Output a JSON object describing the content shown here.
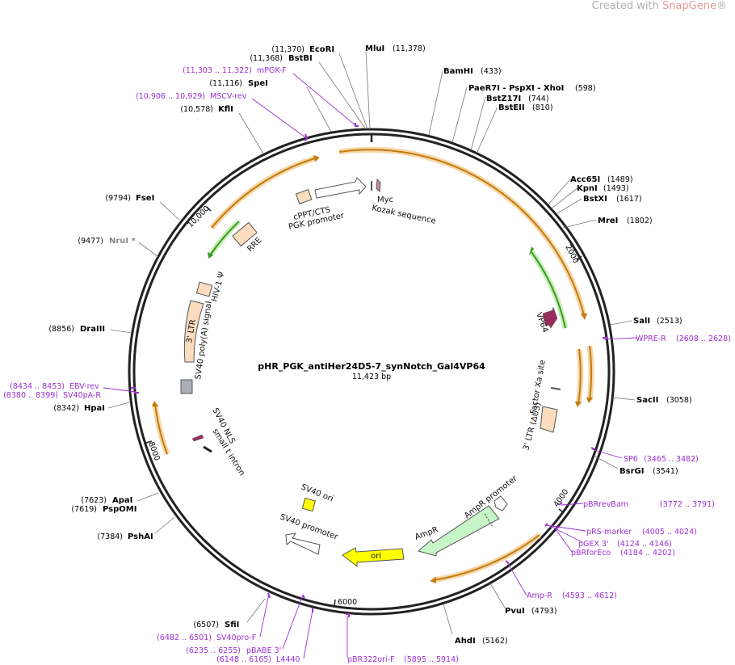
{
  "watermark": {
    "prefix": "Created with ",
    "brand": "SnapGene",
    "mark": "®"
  },
  "plasmid": {
    "name": "pHR_PGK_antiHer24D5-7_synNotch_Gal4VP64",
    "length_label": "11,423 bp",
    "length": 11423
  },
  "ticks": [
    {
      "label": "2000",
      "pos": 2000
    },
    {
      "label": "4000",
      "pos": 4000
    },
    {
      "label": "6000",
      "pos": 6000
    },
    {
      "label": "8000",
      "pos": 8000
    },
    {
      "label": "10,000",
      "pos": 10000
    }
  ],
  "sites": [
    {
      "name": "EcoRI",
      "coord": "(11,370)",
      "kind": "enzyme"
    },
    {
      "name": "BstBI",
      "coord": "(11,368)",
      "kind": "enzyme"
    },
    {
      "name": "MluI",
      "coord": "(11,378)",
      "kind": "enzyme"
    },
    {
      "name": "mPGK-F",
      "coord": "(11,303 .. 11,322)",
      "kind": "primer"
    },
    {
      "name": "SpeI",
      "coord": "(11,116)",
      "kind": "enzyme"
    },
    {
      "name": "MSCV-rev",
      "coord": "(10,906 .. 10,929)",
      "kind": "primer"
    },
    {
      "name": "KflI",
      "coord": "(10,578)",
      "kind": "enzyme"
    },
    {
      "name": "FseI",
      "coord": "(9794)",
      "kind": "enzyme"
    },
    {
      "name": "NruI *",
      "coord": "(9477)",
      "kind": "blocked"
    },
    {
      "name": "DraIII",
      "coord": "(8856)",
      "kind": "enzyme"
    },
    {
      "name": "EBV-rev",
      "coord": "(8434 .. 8453)",
      "kind": "primer"
    },
    {
      "name": "SV40pA-R",
      "coord": "(8380 .. 8399)",
      "kind": "primer"
    },
    {
      "name": "HpaI",
      "coord": "(8342)",
      "kind": "enzyme"
    },
    {
      "name": "ApaI",
      "coord": "(7623)",
      "kind": "enzyme"
    },
    {
      "name": "PspOMI",
      "coord": "(7619)",
      "kind": "enzyme"
    },
    {
      "name": "PshAI",
      "coord": "(7384)",
      "kind": "enzyme"
    },
    {
      "name": "SfiI",
      "coord": "(6507)",
      "kind": "enzyme"
    },
    {
      "name": "SV40pro-F",
      "coord": "(6482 .. 6501)",
      "kind": "primer"
    },
    {
      "name": "pBABE 3'",
      "coord": "(6235 .. 6255)",
      "kind": "primer"
    },
    {
      "name": "L4440",
      "coord": "(6148 .. 6165)",
      "kind": "primer"
    },
    {
      "name": "pBR322ori-F",
      "coord": "(5895 .. 5914)",
      "kind": "primer"
    },
    {
      "name": "AhdI",
      "coord": "(5162)",
      "kind": "enzyme"
    },
    {
      "name": "PvuI",
      "coord": "(4793)",
      "kind": "enzyme"
    },
    {
      "name": "Amp-R",
      "coord": "(4593 .. 4612)",
      "kind": "primer"
    },
    {
      "name": "pBRforEco",
      "coord": "(4184 .. 4202)",
      "kind": "primer"
    },
    {
      "name": "pGEX 3'",
      "coord": "(4124 .. 4146)",
      "kind": "primer"
    },
    {
      "name": "pRS-marker",
      "coord": "(4005 .. 4024)",
      "kind": "primer"
    },
    {
      "name": "pBRrevBam",
      "coord": "(3772 .. 3791)",
      "kind": "primer"
    },
    {
      "name": "BsrGI",
      "coord": "(3541)",
      "kind": "enzyme"
    },
    {
      "name": "SP6",
      "coord": "(3465 .. 3482)",
      "kind": "primer"
    },
    {
      "name": "SacII",
      "coord": "(3058)",
      "kind": "enzyme"
    },
    {
      "name": "WPRE-R",
      "coord": "(2608 .. 2628)",
      "kind": "primer"
    },
    {
      "name": "SalI",
      "coord": "(2513)",
      "kind": "enzyme"
    },
    {
      "name": "MreI",
      "coord": "(1802)",
      "kind": "enzyme"
    },
    {
      "name": "BstXI",
      "coord": "(1617)",
      "kind": "enzyme"
    },
    {
      "name": "KpnI",
      "coord": "(1493)",
      "kind": "enzyme"
    },
    {
      "name": "Acc65I",
      "coord": "(1489)",
      "kind": "enzyme"
    },
    {
      "name": "BstEII",
      "coord": "(810)",
      "kind": "enzyme"
    },
    {
      "name": "BstZ17I",
      "coord": "(744)",
      "kind": "enzyme"
    },
    {
      "name": "PaeR7I - PspXI - XhoI",
      "coord": "(598)",
      "kind": "enzyme"
    },
    {
      "name": "BamHI",
      "coord": "(433)",
      "kind": "enzyme"
    }
  ],
  "features": [
    {
      "name": "cPPT/CTS"
    },
    {
      "name": "PGK promoter"
    },
    {
      "name": "Myc"
    },
    {
      "name": "Kozak sequence"
    },
    {
      "name": "RRE"
    },
    {
      "name": "HIV-1 Ψ"
    },
    {
      "name": "3' LTR"
    },
    {
      "name": "SV40 poly(A) signal"
    },
    {
      "name": "VP64"
    },
    {
      "name": "Factor Xa site"
    },
    {
      "name": "3' LTR (ΔU3)"
    },
    {
      "name": "SV40 NLS"
    },
    {
      "name": "small t intron"
    },
    {
      "name": "SV40 ori"
    },
    {
      "name": "SV40 promoter"
    },
    {
      "name": "AmpR promoter"
    },
    {
      "name": "AmpR"
    },
    {
      "name": "ori"
    }
  ],
  "colors": {
    "backbone": "#222222",
    "enzyme_text": "#000000",
    "primer": "#9b30d0",
    "orf_orange": "#d9901f",
    "orf_green": "#4caf32",
    "promoter_fill": "#ffffff",
    "ltr_fill": "#fcdcbf",
    "ori_fill": "#ffff00",
    "ampr_fill": "#c8f5c8",
    "vp64_fill": "#9b2d5c"
  }
}
